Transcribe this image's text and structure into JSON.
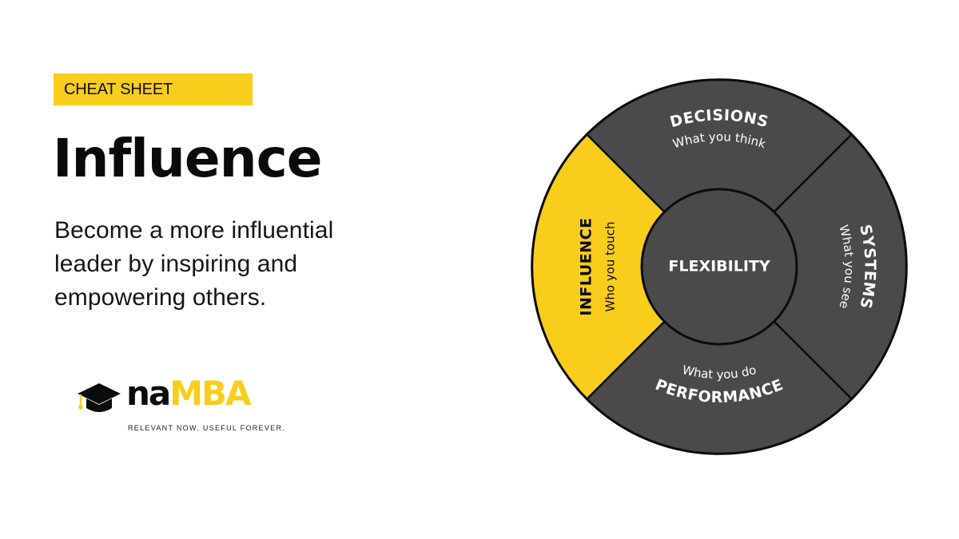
{
  "badge": "CHEAT SHEET",
  "title": "Influence",
  "description": "Become a more influential leader by inspiring and empowering others.",
  "logo": {
    "word_na": "na",
    "word_mba": "MBA",
    "tagline": "RELEVANT NOW. USEFUL FOREVER.",
    "icon": "graduation-cap-icon"
  },
  "colors": {
    "accent": "#f8cd1c",
    "segment": "#4a4a4a",
    "outline": "#0c0c0c"
  },
  "wheel": {
    "center": "FLEXIBILITY",
    "segments": [
      {
        "id": "decisions",
        "title": "DECISIONS",
        "subtitle": "What you think",
        "highlighted": false
      },
      {
        "id": "systems",
        "title": "SYSTEMS",
        "subtitle": "What you see",
        "highlighted": false
      },
      {
        "id": "performance",
        "title": "PERFORMANCE",
        "subtitle": "What you do",
        "highlighted": false
      },
      {
        "id": "influence",
        "title": "INFLUENCE",
        "subtitle": "Who you touch",
        "highlighted": true
      }
    ]
  }
}
